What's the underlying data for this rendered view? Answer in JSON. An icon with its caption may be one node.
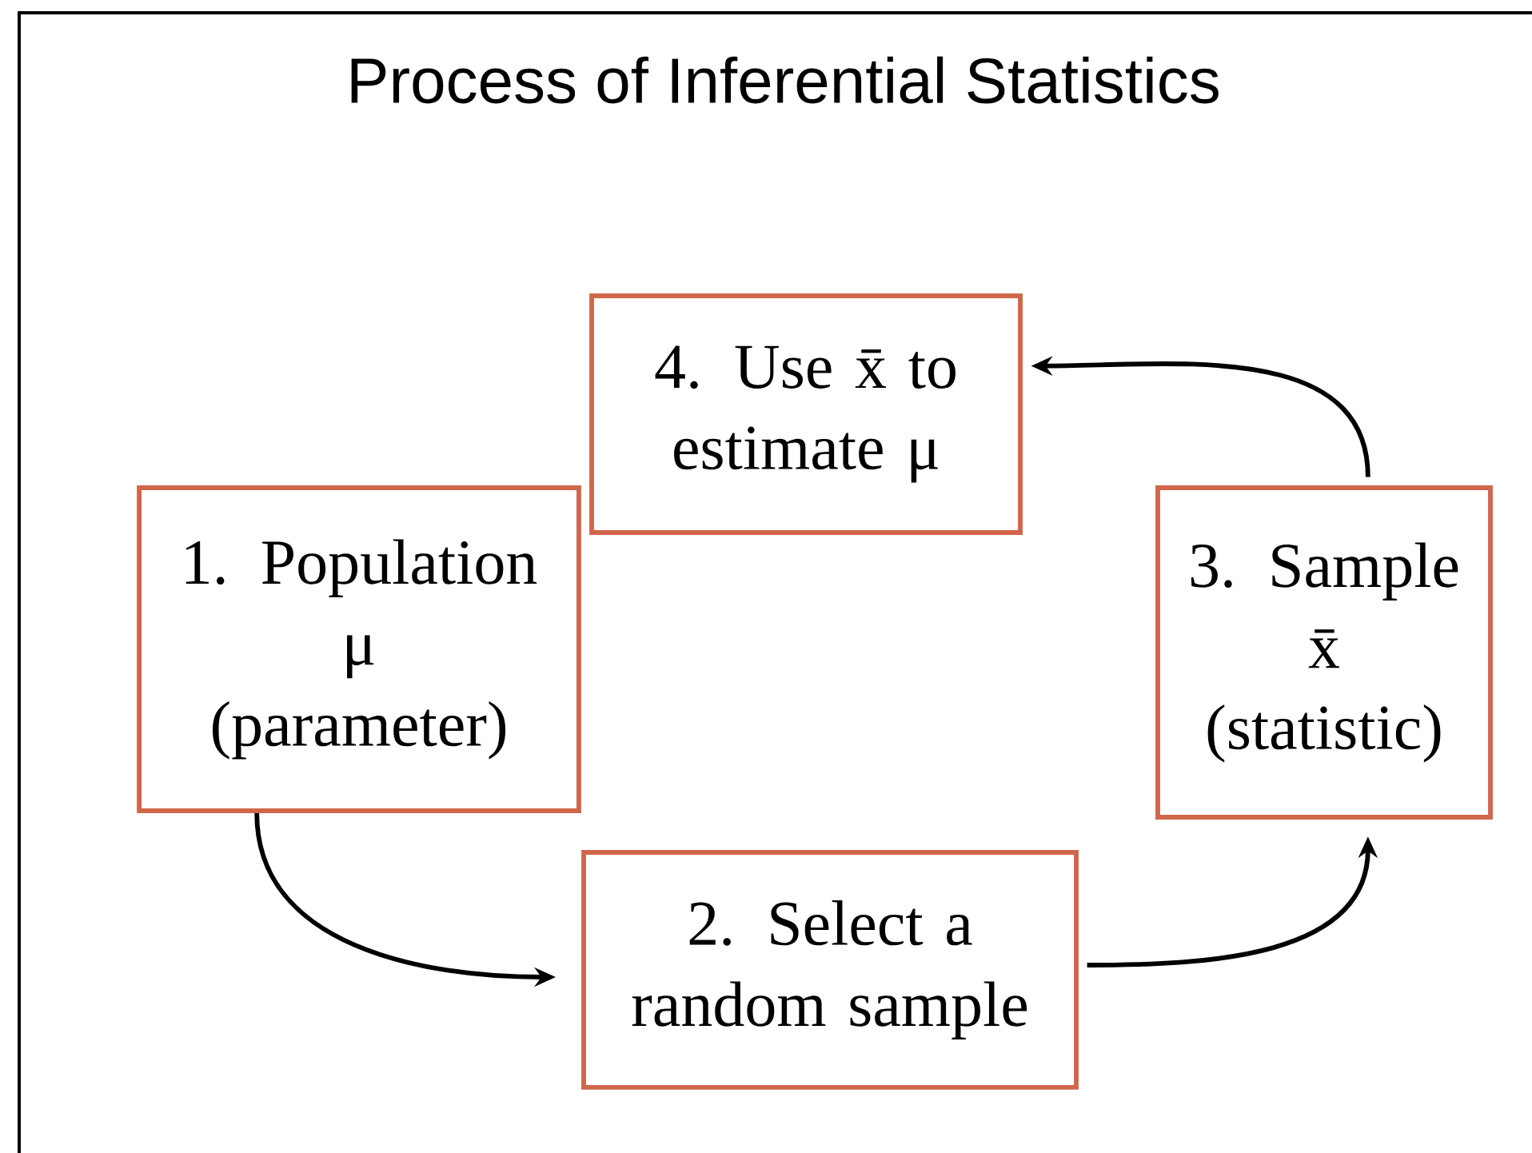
{
  "diagram": {
    "title": "Process of Inferential Statistics",
    "nodes": [
      {
        "text": [
          "1. Population",
          "μ",
          "(parameter)"
        ]
      },
      {
        "text": [
          "2. Select a random sample"
        ]
      },
      {
        "text": [
          "3. Sample",
          "x̄",
          "(statistic)"
        ]
      },
      {
        "text": [
          "4. Use x̄ to estimate μ"
        ]
      }
    ],
    "edges": [
      {
        "from": 0,
        "to": 1,
        "arrow": "to"
      },
      {
        "from": 1,
        "to": 2,
        "arrow": "to"
      },
      {
        "from": 2,
        "to": 3,
        "arrow": "to"
      }
    ]
  }
}
